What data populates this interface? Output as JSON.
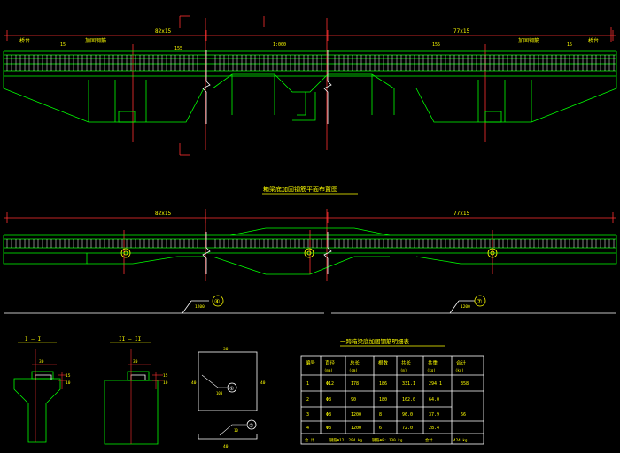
{
  "colors": {
    "background": "#000000",
    "structure": "#00ff00",
    "dimension": "#ff3030",
    "text": "#ffff00",
    "rebar": "#ffffff",
    "cyan": "#00ffff"
  },
  "elevation": {
    "dim_left": "82x15",
    "dim_right": "77x15",
    "label_left": "桥台",
    "label_right": "桥台",
    "rebar_note_left": "加固钢筋",
    "rebar_note_right": "加固钢筋",
    "small_dims_left": [
      "15",
      "155"
    ],
    "small_dims_right": [
      "155",
      "15"
    ],
    "centre_mark": "1:000"
  },
  "plan": {
    "title": "箱梁底加固钢筋平面布置图",
    "dim_left": "82x15",
    "dim_right": "77x15",
    "bubble_left": "④",
    "bubble_right": "⑦",
    "leader_left": "1200",
    "leader_right": "1200"
  },
  "section1": {
    "title": "I — I",
    "dims": [
      "30",
      "15",
      "10"
    ]
  },
  "section2": {
    "title": "II — II",
    "dims": [
      "30",
      "15",
      "10"
    ]
  },
  "detail": {
    "top_dim": "30",
    "side_left": "40",
    "side_right": "40",
    "bubble": "①",
    "bottom_dim": "40",
    "bubble2": "②",
    "leader_a": "100",
    "leader_b": "10"
  },
  "table": {
    "title": "一跨箱梁底加固钢筋明细表",
    "headers": [
      "编号",
      "直径",
      "总长",
      "根数",
      "共长",
      "共重",
      "合计"
    ],
    "subheaders": [
      "",
      "(mm)",
      "(cm)",
      "",
      "(m)",
      "(kg)",
      "(kg)"
    ],
    "rows": [
      [
        "1",
        "Φ12",
        "178",
        "186",
        "331.1",
        "294.1",
        ""
      ],
      [
        "2",
        "Φ8",
        "90",
        "180",
        "162.0",
        "64.0",
        ""
      ],
      [
        "3",
        "Φ8",
        "1200",
        "8",
        "96.0",
        "37.9",
        ""
      ],
      [
        "4",
        "Φ8",
        "1200",
        "6",
        "72.0",
        "28.4",
        ""
      ]
    ],
    "merged_total_a": "358",
    "merged_total_b": "66",
    "footer": [
      "合 计",
      "钢筋Φ12: 294 kg",
      "钢筋Φ8: 130 kg",
      "合计",
      "424 kg"
    ]
  }
}
